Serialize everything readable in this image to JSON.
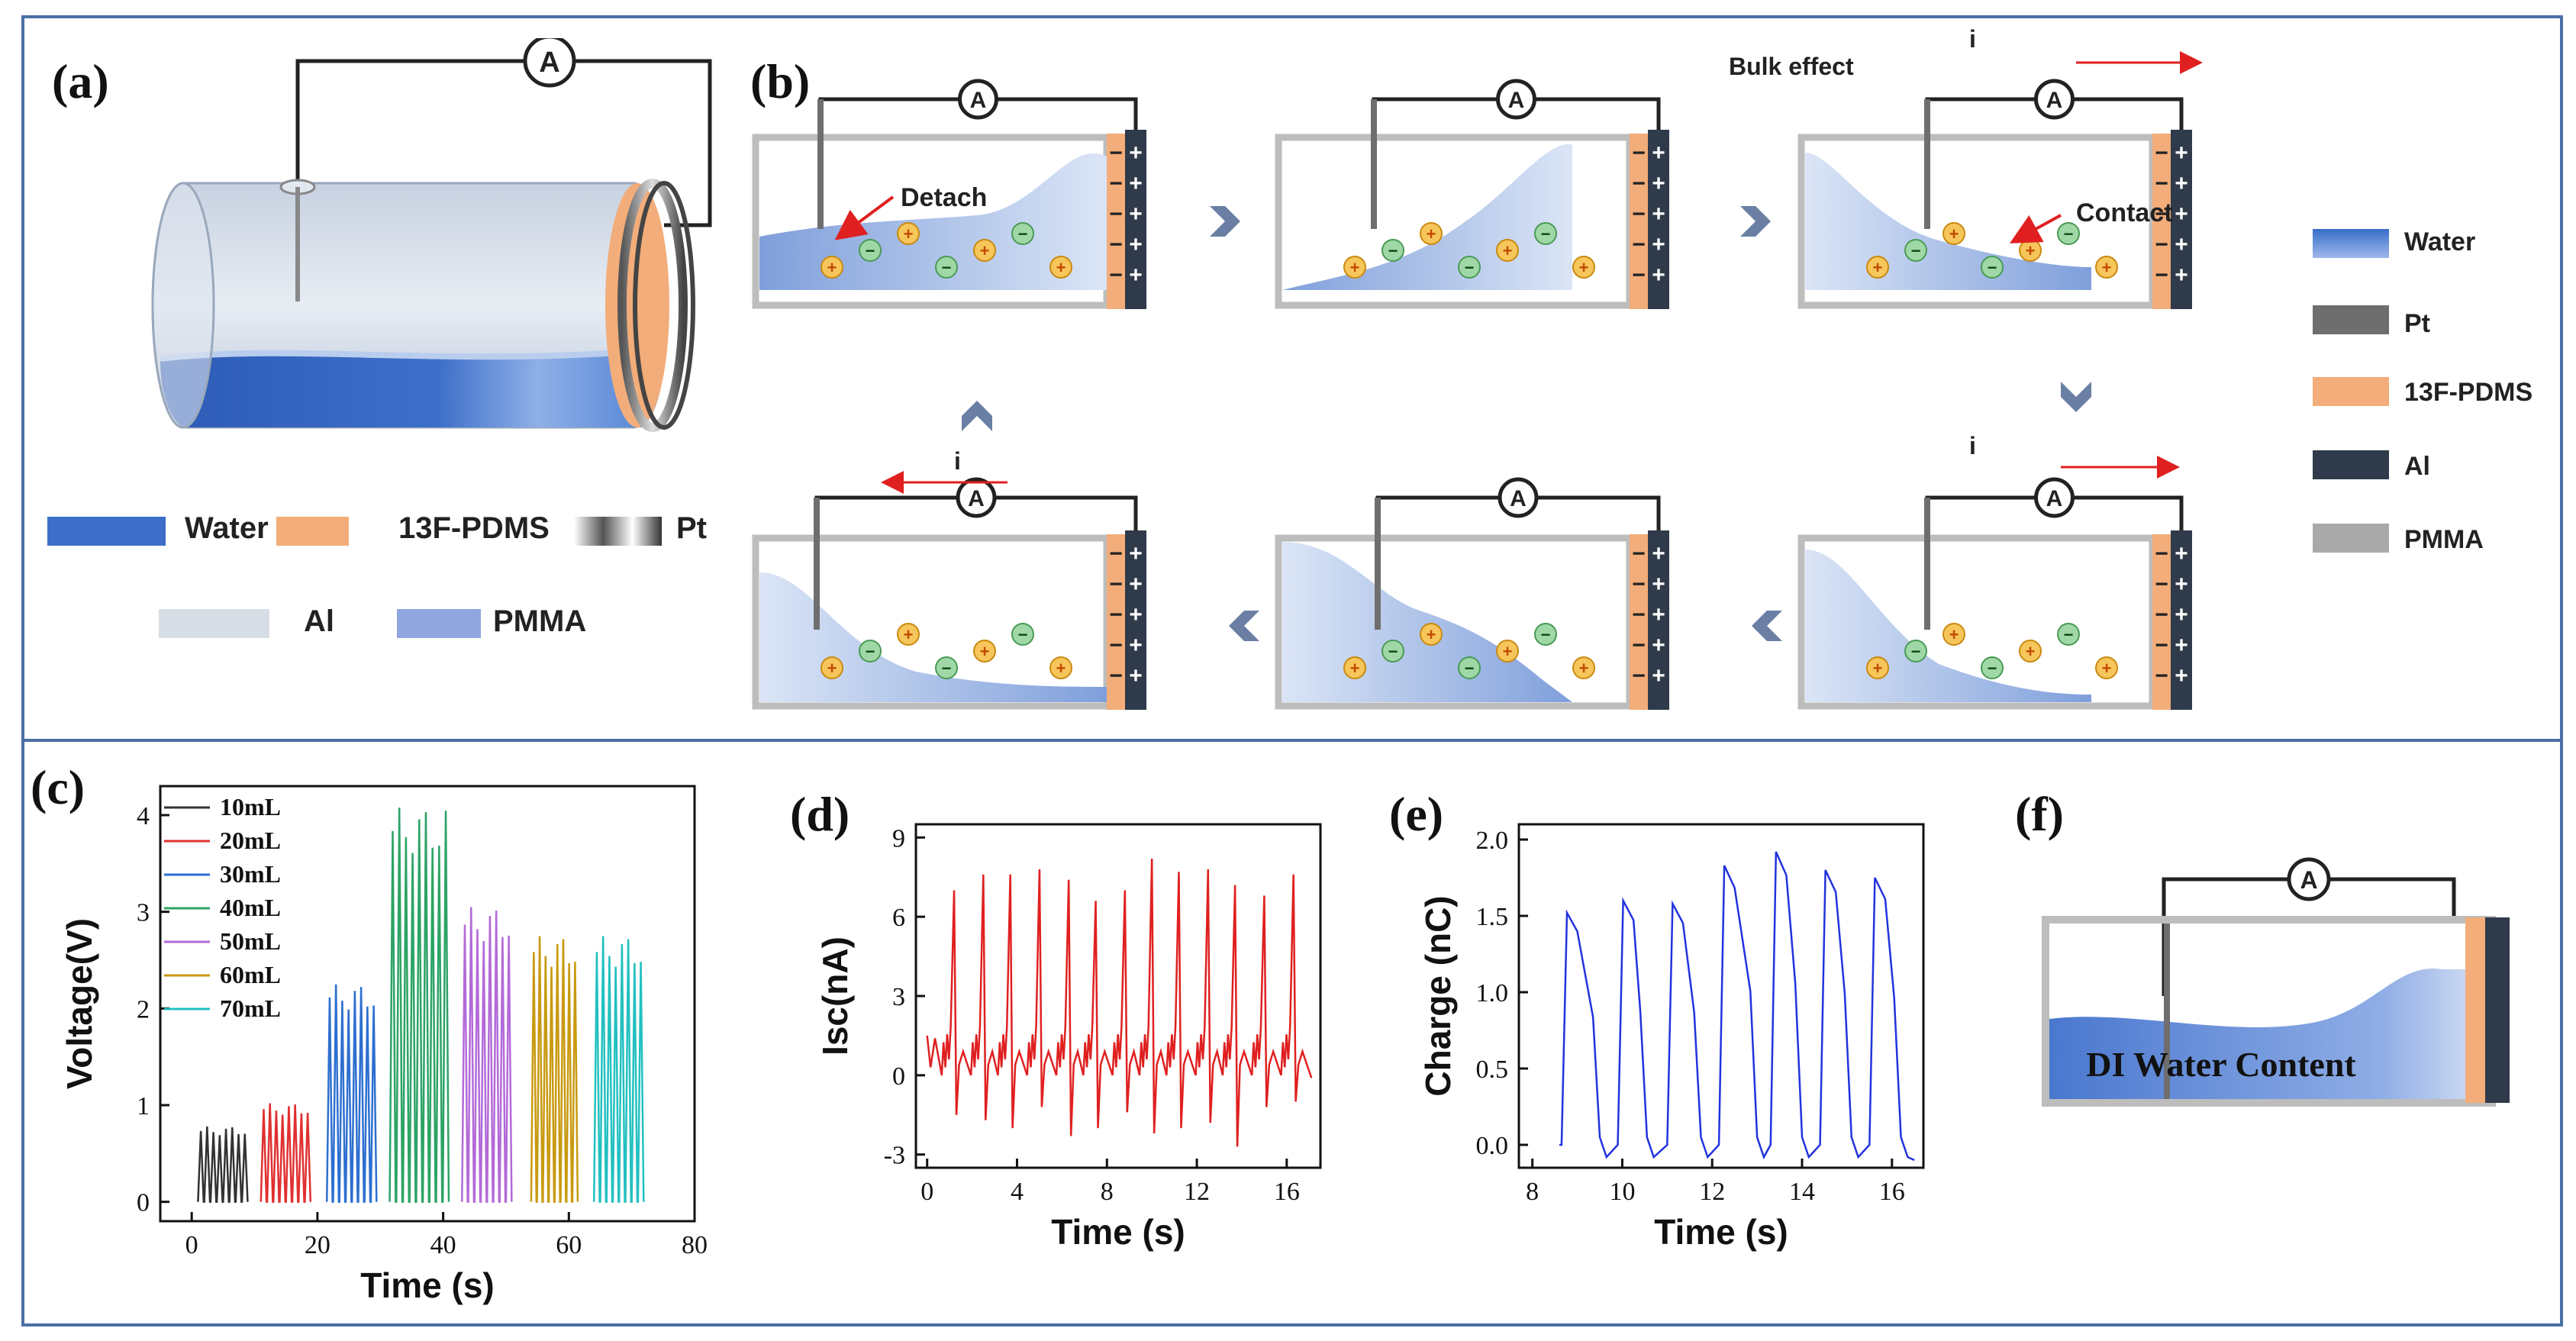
{
  "panels": {
    "a": "(a)",
    "b": "(b)",
    "c": "(c)",
    "d": "(d)",
    "e": "(e)",
    "f": "(f)"
  },
  "ammeter_symbol": "A",
  "legend_a": {
    "water": "Water",
    "pdms": "13F-PDMS",
    "pt": "Pt",
    "al": "Al",
    "pmma": "PMMA",
    "colors": {
      "water": "#3d6fc9",
      "pdms": "#f2ad7a",
      "pt": "#6b6b6b",
      "al": "#d7dde5",
      "pmma": "#8fa6de"
    }
  },
  "legend_b": {
    "water": "Water",
    "pt": "Pt",
    "pdms": "13F-PDMS",
    "al": "Al",
    "pmma": "PMMA",
    "colors": {
      "water": "#4f7fd2",
      "pt": "#6e6e6e",
      "pdms": "#f2ad7a",
      "al": "#2f3a4a",
      "pmma": "#a9a9a9"
    }
  },
  "schematic": {
    "detach": "Detach",
    "contact": "Contact",
    "bulk_effect": "Bulk effect",
    "current": "i"
  },
  "panel_f": {
    "label": "DI Water Content"
  },
  "chart_data": [
    {
      "panel": "c",
      "type": "line",
      "xlabel": "Time (s)",
      "ylabel": "Voltage(V)",
      "xlim": [
        -5,
        80
      ],
      "ylim": [
        -0.2,
        4.3
      ],
      "xticks": [
        0,
        20,
        40,
        60,
        80
      ],
      "yticks": [
        0,
        1,
        2,
        3,
        4
      ],
      "legend_position": "top-left",
      "series": [
        {
          "name": "10mL",
          "color": "#333333",
          "x_range": [
            1,
            9
          ],
          "amplitude": 0.78,
          "peaks": 8
        },
        {
          "name": "20mL",
          "color": "#e03030",
          "x_range": [
            11,
            19
          ],
          "amplitude": 1.02,
          "peaks": 8
        },
        {
          "name": "30mL",
          "color": "#2d6fd0",
          "x_range": [
            21.5,
            29.5
          ],
          "amplitude": 2.25,
          "peaks": 8
        },
        {
          "name": "40mL",
          "color": "#2ca365",
          "x_range": [
            31.5,
            41
          ],
          "amplitude": 4.08,
          "peaks": 9
        },
        {
          "name": "50mL",
          "color": "#b36ad8",
          "x_range": [
            43,
            51
          ],
          "amplitude": 3.05,
          "peaks": 8
        },
        {
          "name": "60mL",
          "color": "#c99a10",
          "x_range": [
            54,
            61.5
          ],
          "amplitude": 2.75,
          "peaks": 8
        },
        {
          "name": "70mL",
          "color": "#22c0c0",
          "x_range": [
            64,
            72
          ],
          "amplitude": 2.75,
          "peaks": 8
        }
      ]
    },
    {
      "panel": "d",
      "type": "line",
      "xlabel": "Time (s)",
      "ylabel": "Isc(nA)",
      "xlim": [
        -0.5,
        17.5
      ],
      "ylim": [
        -3.5,
        9.5
      ],
      "xticks": [
        0,
        4,
        8,
        12,
        16
      ],
      "yticks": [
        -3,
        0,
        3,
        6,
        9
      ],
      "series": [
        {
          "color": "#e02020",
          "peak_times": [
            1.2,
            2.5,
            3.7,
            5.0,
            6.3,
            7.5,
            8.8,
            10.0,
            11.2,
            12.5,
            13.7,
            15.0,
            16.3
          ],
          "peak_values": [
            7.0,
            7.6,
            7.6,
            7.8,
            7.4,
            6.6,
            7.0,
            8.2,
            7.7,
            7.8,
            7.2,
            6.8,
            7.6
          ],
          "trough_values": [
            -1.5,
            -1.7,
            -2.0,
            -1.2,
            -2.3,
            -2.0,
            -1.4,
            -2.2,
            -2.0,
            -1.8,
            -2.7,
            -1.2,
            -1.0
          ]
        }
      ]
    },
    {
      "panel": "e",
      "type": "line",
      "xlabel": "Time (s)",
      "ylabel": "Charge (nC)",
      "xlim": [
        7.7,
        16.7
      ],
      "ylim": [
        -0.15,
        2.1
      ],
      "xticks": [
        8,
        10,
        12,
        14,
        16
      ],
      "yticks": [
        0.0,
        0.5,
        1.0,
        1.5,
        2.0
      ],
      "series": [
        {
          "color": "#2233dd",
          "cycles": [
            {
              "rise": 8.65,
              "peak": 1.52,
              "fall": 9.5
            },
            {
              "rise": 9.9,
              "peak": 1.6,
              "fall": 10.55
            },
            {
              "rise": 11.0,
              "peak": 1.58,
              "fall": 11.75
            },
            {
              "rise": 12.15,
              "peak": 1.83,
              "fall": 13.0
            },
            {
              "rise": 13.3,
              "peak": 1.92,
              "fall": 14.0
            },
            {
              "rise": 14.4,
              "peak": 1.8,
              "fall": 15.1
            },
            {
              "rise": 15.5,
              "peak": 1.75,
              "fall": 16.2
            }
          ]
        }
      ]
    }
  ]
}
